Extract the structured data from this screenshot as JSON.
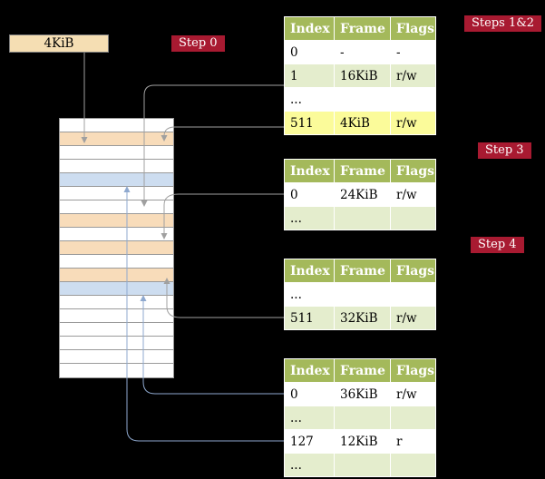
{
  "diagram": {
    "frame_box": {
      "label": "4KiB"
    },
    "badges": {
      "step0": "Step 0",
      "steps12": "Steps 1&2",
      "step3": "Step 3",
      "step4": "Step 4"
    },
    "tables": [
      {
        "name": "page-table-steps-1-2",
        "headers": [
          "Index",
          "Frame",
          "Flags"
        ],
        "rows": [
          [
            "0",
            "-",
            "-"
          ],
          [
            "1",
            "16KiB",
            "r/w"
          ],
          [
            "...",
            "",
            ""
          ],
          [
            "511",
            "4KiB",
            "r/w"
          ]
        ],
        "highlight_row": 3
      },
      {
        "name": "page-table-step-3",
        "headers": [
          "Index",
          "Frame",
          "Flags"
        ],
        "rows": [
          [
            "0",
            "24KiB",
            "r/w"
          ],
          [
            "...",
            "",
            ""
          ]
        ]
      },
      {
        "name": "page-table-step-4a",
        "headers": [
          "Index",
          "Frame",
          "Flags"
        ],
        "rows": [
          [
            "...",
            "",
            ""
          ],
          [
            "511",
            "32KiB",
            "r/w"
          ]
        ]
      },
      {
        "name": "page-table-step-4b",
        "headers": [
          "Index",
          "Frame",
          "Flags"
        ],
        "rows": [
          [
            "0",
            "36KiB",
            "r/w"
          ],
          [
            "...",
            "",
            ""
          ],
          [
            "127",
            "12KiB",
            "r"
          ],
          [
            "...",
            "",
            ""
          ]
        ]
      }
    ],
    "memory": {
      "cell_colors": [
        "white",
        "peach",
        "white",
        "white",
        "blue",
        "white",
        "white",
        "peach",
        "white",
        "peach",
        "white",
        "peach",
        "blue",
        "white",
        "white",
        "white",
        "white",
        "white",
        "white"
      ]
    },
    "colors": {
      "badge_red": "#a81a31",
      "header_olive": "#a4b95b",
      "row_green": "#e4edcd",
      "highlight_yellow": "#fbfb9a",
      "cell_peach": "#f8dcba",
      "cell_blue": "#cdddf0",
      "cell_white": "#ffffff",
      "frame_box_tan": "#f5deb3",
      "arrow_gray": "#a0a0a0",
      "arrow_blue": "#8fa9cf"
    }
  }
}
